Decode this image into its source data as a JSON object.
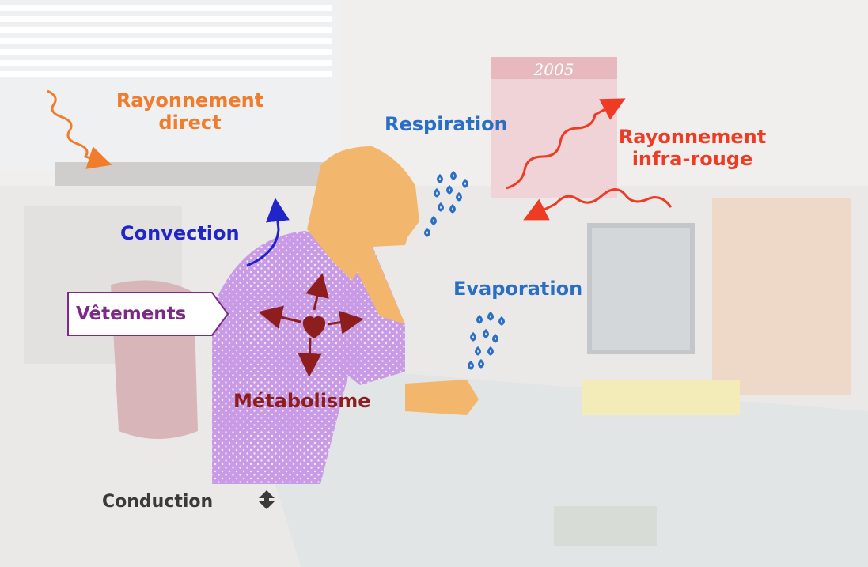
{
  "labels": {
    "rayonnement_direct": [
      "Rayonnement",
      "direct"
    ],
    "respiration": "Respiration",
    "rayonnement_infrarouge": [
      "Rayonnement",
      "infra-rouge"
    ],
    "convection": "Convection",
    "evaporation": "Evaporation",
    "vetements": "Vêtements",
    "metabolisme": "Métabolisme",
    "conduction": "Conduction"
  },
  "calendar": {
    "year": "2005"
  },
  "colors": {
    "rayonnement_direct": "#f07c2c",
    "respiration": "#2b6fc4",
    "rayonnement_infrarouge": "#ee3b24",
    "convection": "#1f25c8",
    "evaporation": "#2b6fc4",
    "vetements": "#7d2a86",
    "metabolisme": "#8e1d1d",
    "conduction": "#3a3a3a",
    "skin": "#f2b66d",
    "clothing": "#c99be6"
  },
  "icons": [
    "wavy-arrow-icon",
    "heart-icon",
    "droplet-icon",
    "double-arrow-icon"
  ]
}
